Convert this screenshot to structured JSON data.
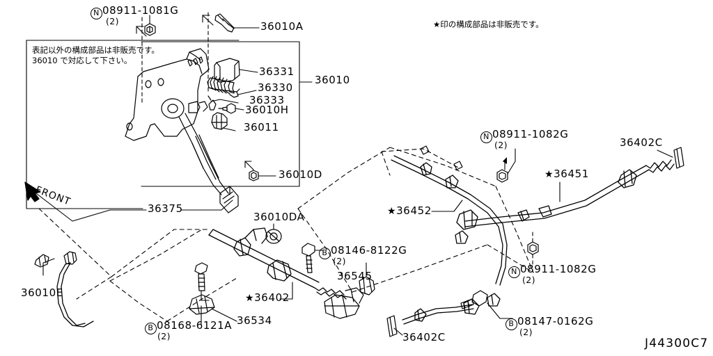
{
  "diagram": {
    "id": "J44300C7",
    "note_top_right": "★印の構成部品は非販売です。",
    "note_box_line1": "表記以外の構成部品は非販売です。",
    "note_box_line2": "36010 で対応して下さい。",
    "front_label": "FRONT"
  },
  "parts": [
    {
      "id": "p-08911-1081G",
      "ref": "08911-1081G",
      "prefix": "N",
      "qty": "(2)",
      "star": false
    },
    {
      "id": "p-36010A",
      "ref": "36010A",
      "prefix": "",
      "qty": "",
      "star": false
    },
    {
      "id": "p-36331",
      "ref": "36331",
      "prefix": "",
      "qty": "",
      "star": false
    },
    {
      "id": "p-36330",
      "ref": "36330",
      "prefix": "",
      "qty": "",
      "star": false
    },
    {
      "id": "p-36333",
      "ref": "36333",
      "prefix": "",
      "qty": "",
      "star": false
    },
    {
      "id": "p-36010H",
      "ref": "36010H",
      "prefix": "",
      "qty": "",
      "star": false
    },
    {
      "id": "p-36011",
      "ref": "36011",
      "prefix": "",
      "qty": "",
      "star": false
    },
    {
      "id": "p-36010",
      "ref": "36010",
      "prefix": "",
      "qty": "",
      "star": false
    },
    {
      "id": "p-36010D",
      "ref": "36010D",
      "prefix": "",
      "qty": "",
      "star": false
    },
    {
      "id": "p-36375",
      "ref": "36375",
      "prefix": "",
      "qty": "",
      "star": false
    },
    {
      "id": "p-36010E",
      "ref": "36010E",
      "prefix": "",
      "qty": "",
      "star": false
    },
    {
      "id": "p-08168-6121A",
      "ref": "08168-6121A",
      "prefix": "B",
      "qty": "(2)",
      "star": false
    },
    {
      "id": "p-36534",
      "ref": "36534",
      "prefix": "",
      "qty": "",
      "star": false
    },
    {
      "id": "p-36402",
      "ref": "36402",
      "prefix": "",
      "qty": "",
      "star": true
    },
    {
      "id": "p-36010DA",
      "ref": "36010DA",
      "prefix": "",
      "qty": "",
      "star": false
    },
    {
      "id": "p-08146-8122G",
      "ref": "08146-8122G",
      "prefix": "B",
      "qty": "(2)",
      "star": false
    },
    {
      "id": "p-36545",
      "ref": "36545",
      "prefix": "",
      "qty": "",
      "star": false
    },
    {
      "id": "p-08911-1082G-a",
      "ref": "08911-1082G",
      "prefix": "N",
      "qty": "(2)",
      "star": false
    },
    {
      "id": "p-36451",
      "ref": "36451",
      "prefix": "",
      "qty": "",
      "star": true
    },
    {
      "id": "p-36452",
      "ref": "36452",
      "prefix": "",
      "qty": "",
      "star": true
    },
    {
      "id": "p-36402C-top",
      "ref": "36402C",
      "prefix": "",
      "qty": "",
      "star": false
    },
    {
      "id": "p-08911-1082G-b",
      "ref": "08911-1082G",
      "prefix": "N",
      "qty": "(2)",
      "star": false
    },
    {
      "id": "p-08147-0162G",
      "ref": "08147-0162G",
      "prefix": "B",
      "qty": "(2)",
      "star": false
    },
    {
      "id": "p-36402C-bot",
      "ref": "36402C",
      "prefix": "",
      "qty": "",
      "star": false
    }
  ],
  "labels": {
    "l_08911_1081G": "08911-1081G",
    "q_08911_1081G": "(2)",
    "l_36010A": "36010A",
    "l_36331": "36331",
    "l_36330": "36330",
    "l_36333": "36333",
    "l_36010H": "36010H",
    "l_36011": "36011",
    "l_36010": "36010",
    "l_36010D": "36010D",
    "l_36375": "36375",
    "l_36010E": "36010E",
    "l_08168_6121A": "08168-6121A",
    "q_08168_6121A": "(2)",
    "l_36534": "36534",
    "l_36402": "36402",
    "l_36010DA": "36010DA",
    "l_08146_8122G": "08146-8122G",
    "q_08146_8122G": "(2)",
    "l_36545": "36545",
    "l_08911_1082G_a": "08911-1082G",
    "q_08911_1082G_a": "(2)",
    "l_36451": "36451",
    "l_36452": "36452",
    "l_36402C_top": "36402C",
    "l_08911_1082G_b": "08911-1082G",
    "q_08911_1082G_b": "(2)",
    "l_08147_0162G": "08147-0162G",
    "q_08147_0162G": "(2)",
    "l_36402C_bot": "36402C",
    "star_glyph": "★",
    "prefix_N": "N",
    "prefix_B": "B"
  },
  "colors": {
    "line": "#000000",
    "background": "#ffffff"
  }
}
